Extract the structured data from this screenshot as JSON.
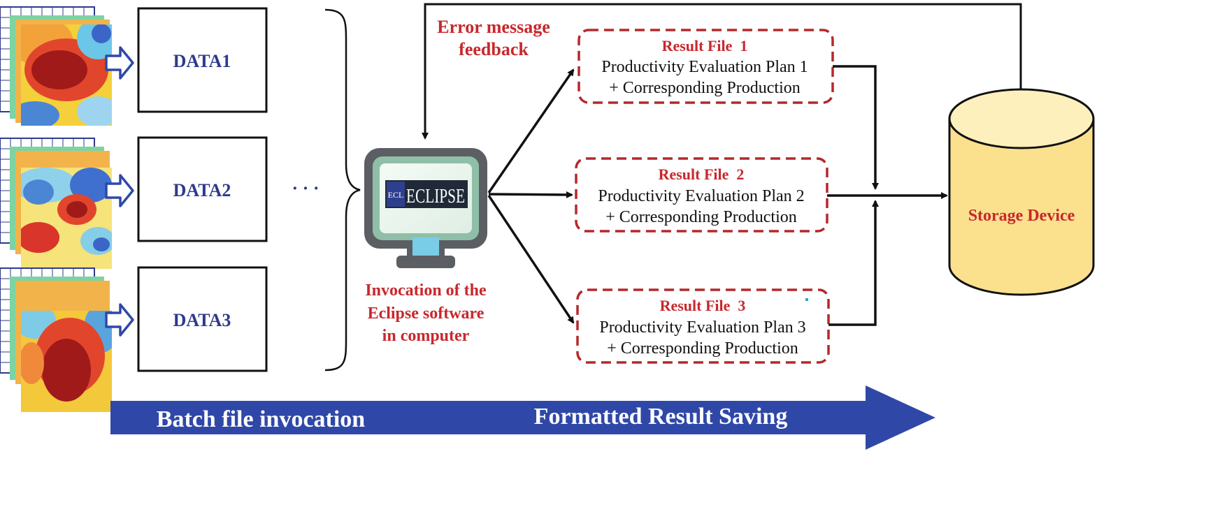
{
  "data_blocks": [
    {
      "label": "DATA1"
    },
    {
      "label": "DATA2"
    },
    {
      "label": "DATA3"
    }
  ],
  "ellipsis": "· · ·",
  "software": {
    "screen_text": "ECLIPSE",
    "logo_text": "ECL",
    "caption_lines": [
      "Invocation of the",
      "Eclipse software",
      "in computer"
    ]
  },
  "feedback": {
    "lines": [
      "Error message",
      "feedback"
    ]
  },
  "result_files": [
    {
      "title": "Result File  1",
      "line1": "Productivity Evaluation Plan 1",
      "line2": "+ Corresponding Production"
    },
    {
      "title": "Result File  2",
      "line1": "Productivity Evaluation Plan 2",
      "line2": "+ Corresponding Production"
    },
    {
      "title": "Result File  3",
      "line1": "Productivity Evaluation Plan 3",
      "line2": "+ Corresponding Production"
    }
  ],
  "storage": {
    "label": "Storage Device"
  },
  "bottom_arrow": {
    "left_text": "Batch file invocation",
    "right_text": "Formatted Result Saving"
  },
  "colors": {
    "accent_red": "#c8282d",
    "data_blue": "#2e3a8c",
    "arrow_blue": "#2f48a8",
    "storage_fill": "#fbe08e",
    "monitor_green": "#8fbfa8"
  }
}
